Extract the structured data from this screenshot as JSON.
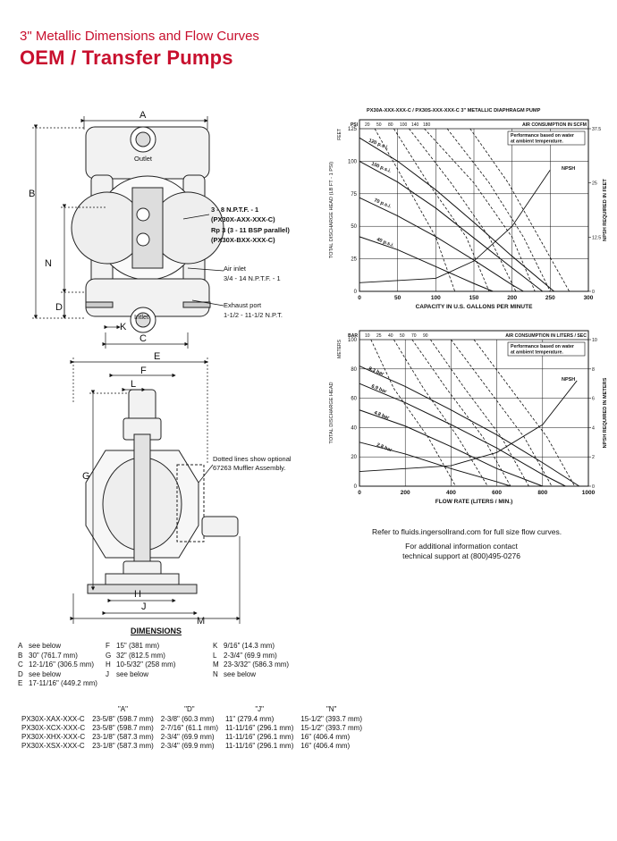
{
  "header": {
    "subtitle": "3\" Metallic Dimensions and Flow Curves",
    "title": "OEM / Transfer Pumps"
  },
  "drawing_labels": {
    "A": "A",
    "B": "B",
    "N": "N",
    "D": "D",
    "K": "K",
    "C": "C",
    "E": "E",
    "F": "F",
    "L": "L",
    "G": "G",
    "H": "H",
    "J": "J",
    "M": "M",
    "outlet": "Outlet",
    "inlet": "Intlet",
    "port_line1": "3 - 8 N.P.T.F. - 1",
    "port_line2": "(PX30X-AXX-XXX-C)",
    "port_line3": "Rp 3 (3 - 11 BSP parallel)",
    "port_line4": "(PX30X-BXX-XXX-C)",
    "air_inlet": "Air inlet",
    "air_inlet_size": "3/4 - 14 N.P.T.F. - 1",
    "exhaust_port": "Exhaust port",
    "exhaust_size": "1-1/2 - 11-1/2 N.P.T.",
    "muffler_note_1": "Dotted lines show optional",
    "muffler_note_2": "67263 Muffler Assembly."
  },
  "colors": {
    "accent": "#c8102e"
  },
  "chart_data": [
    {
      "type": "line",
      "title": "PX30A-XXX-XXX-C / PX30S-XXX-XXX-C   3\" METALLIC DIAPHRAGM PUMP",
      "top_axis_label": "AIR CONSUMPTION IN SCFM",
      "top_axis_unit": "PSI",
      "top_ticks": [
        "20",
        "50",
        "80",
        "100",
        "140",
        "180"
      ],
      "xlabel": "CAPACITY IN U.S. GALLONS PER MINUTE",
      "ylabel": "TOTAL DISCHARGE HEAD (LB FT - 1 PSI)",
      "ylabel_unit": "FEET",
      "y2label": "NPSH REQUIRED IN FEET",
      "note_1": "Performance based on water",
      "note_2": "at ambient temperature.",
      "npsh_label": "NPSH",
      "xlim": [
        0,
        300
      ],
      "ylim": [
        0,
        125
      ],
      "x_ticks": [
        "0",
        "50",
        "100",
        "150",
        "200",
        "250",
        "300"
      ],
      "y_ticks": [
        "0",
        "25",
        "50",
        "75",
        "100",
        "125"
      ],
      "y2lim": [
        0,
        37.5
      ],
      "y2_ticks": [
        "0",
        "12.5",
        "25",
        "37.5"
      ],
      "series": [
        {
          "name": "120 p.s.i.",
          "x": [
            0,
            50,
            100,
            150,
            200,
            255
          ],
          "y": [
            118,
            100,
            78,
            53,
            27,
            0
          ]
        },
        {
          "name": "100 p.s.i.",
          "x": [
            0,
            50,
            100,
            150,
            200,
            240
          ],
          "y": [
            100,
            84,
            64,
            41,
            18,
            0
          ]
        },
        {
          "name": "70 p.s.i.",
          "x": [
            0,
            50,
            100,
            150,
            200,
            215
          ],
          "y": [
            72,
            58,
            42,
            24,
            5,
            0
          ]
        },
        {
          "name": "40 p.s.i.",
          "x": [
            0,
            50,
            100,
            150,
            175
          ],
          "y": [
            42,
            32,
            19,
            6,
            0
          ]
        }
      ],
      "npsh": {
        "x": [
          0,
          100,
          150,
          200,
          250
        ],
        "y": [
          2,
          3,
          7,
          15,
          28
        ]
      },
      "air_curves_x": [
        [
          20,
          60,
          100,
          125
        ],
        [
          45,
          90,
          140,
          170
        ],
        [
          65,
          120,
          170,
          205
        ],
        [
          85,
          150,
          200,
          230
        ],
        [
          115,
          170,
          215,
          250
        ],
        [
          145,
          195,
          235,
          275
        ]
      ]
    },
    {
      "type": "line",
      "top_axis_label": "AIR CONSUMPTION IN LITERS / SEC",
      "top_axis_unit": "BAR",
      "top_ticks": [
        "10",
        "25",
        "40",
        "50",
        "70",
        "90"
      ],
      "xlabel": "FLOW RATE (LITERS / MIN.)",
      "ylabel": "TOTAL DISCHARGE HEAD",
      "ylabel_unit": "METERS",
      "y2label": "NPSH REQUIRED IN METERS",
      "note_1": "Performance based on water",
      "note_2": "at ambient temperature.",
      "npsh_label": "NPSH",
      "xlim": [
        0,
        1000
      ],
      "ylim": [
        0,
        100
      ],
      "x_ticks": [
        "0",
        "200",
        "400",
        "600",
        "800",
        "1000"
      ],
      "y_ticks": [
        "0",
        "20",
        "40",
        "60",
        "80",
        "100"
      ],
      "y2lim": [
        0,
        10
      ],
      "y2_ticks": [
        "0",
        "2",
        "4",
        "6",
        "8",
        "10"
      ],
      "series": [
        {
          "name": "8.3 bar",
          "x": [
            0,
            200,
            400,
            600,
            800,
            960
          ],
          "y": [
            82,
            68,
            52,
            35,
            16,
            0
          ]
        },
        {
          "name": "6.9 bar",
          "x": [
            0,
            200,
            400,
            600,
            800,
            900
          ],
          "y": [
            70,
            57,
            42,
            26,
            8,
            0
          ]
        },
        {
          "name": "4.8 bar",
          "x": [
            0,
            200,
            400,
            600,
            800
          ],
          "y": [
            52,
            41,
            27,
            12,
            0
          ]
        },
        {
          "name": "2.8 bar",
          "x": [
            0,
            200,
            400,
            600,
            660
          ],
          "y": [
            30,
            22,
            12,
            3,
            0
          ]
        }
      ],
      "npsh": {
        "x": [
          0,
          400,
          600,
          800,
          950
        ],
        "y": [
          1,
          1.4,
          2.3,
          4.2,
          7.2
        ]
      },
      "air_curves_x": [
        [
          50,
          150,
          300,
          420
        ],
        [
          150,
          280,
          430,
          560
        ],
        [
          230,
          380,
          540,
          660
        ],
        [
          310,
          460,
          620,
          740
        ],
        [
          400,
          560,
          720,
          840
        ],
        [
          500,
          660,
          820,
          940
        ]
      ]
    }
  ],
  "notes": {
    "refer": "Refer to fluids.ingersollrand.com for full size flow curves.",
    "contact_1": "For additional information contact",
    "contact_2": "technical support at (800)495-0276"
  },
  "dimensions": {
    "title": "DIMENSIONS",
    "col1": [
      {
        "k": "A",
        "v": "see below"
      },
      {
        "k": "B",
        "v": "30\" (761.7 mm)"
      },
      {
        "k": "C",
        "v": "12-1/16\" (306.5 mm)"
      },
      {
        "k": "D",
        "v": "see below"
      },
      {
        "k": "E",
        "v": "17-11/16\" (449.2 mm)"
      }
    ],
    "col2": [
      {
        "k": "F",
        "v": "15\" (381 mm)"
      },
      {
        "k": "G",
        "v": "32\" (812.5 mm)"
      },
      {
        "k": "H",
        "v": "10-5/32\" (258 mm)"
      },
      {
        "k": "J",
        "v": "see below"
      }
    ],
    "col3": [
      {
        "k": "K",
        "v": "9/16\" (14.3 mm)"
      },
      {
        "k": "L",
        "v": "2-3/4\" (69.9 mm)"
      },
      {
        "k": "M",
        "v": "23-3/32\" (586.3 mm)"
      },
      {
        "k": "N",
        "v": "see below"
      }
    ]
  },
  "models_table": {
    "headers": [
      "",
      "\"A\"",
      "\"D\"",
      "\"J\"",
      "\"N\""
    ],
    "rows": [
      [
        "PX30X-XAX-XXX-C",
        "23-5/8\" (598.7 mm)",
        "2-3/8\" (60.3 mm)",
        "11\" (279.4 mm)",
        "15-1/2\" (393.7 mm)"
      ],
      [
        "PX30X-XCX-XXX-C",
        "23-5/8\" (598.7 mm)",
        "2-7/16\" (61.1 mm)",
        "11-11/16\" (296.1 mm)",
        "15-1/2\" (393.7 mm)"
      ],
      [
        "PX30X-XHX-XXX-C",
        "23-1/8\" (587.3 mm)",
        "2-3/4\" (69.9 mm)",
        "11-11/16\" (296.1 mm)",
        "16\" (406.4 mm)"
      ],
      [
        "PX30X-XSX-XXX-C",
        "23-1/8\" (587.3 mm)",
        "2-3/4\" (69.9 mm)",
        "11-11/16\" (296.1 mm)",
        "16\" (406.4 mm)"
      ]
    ]
  }
}
